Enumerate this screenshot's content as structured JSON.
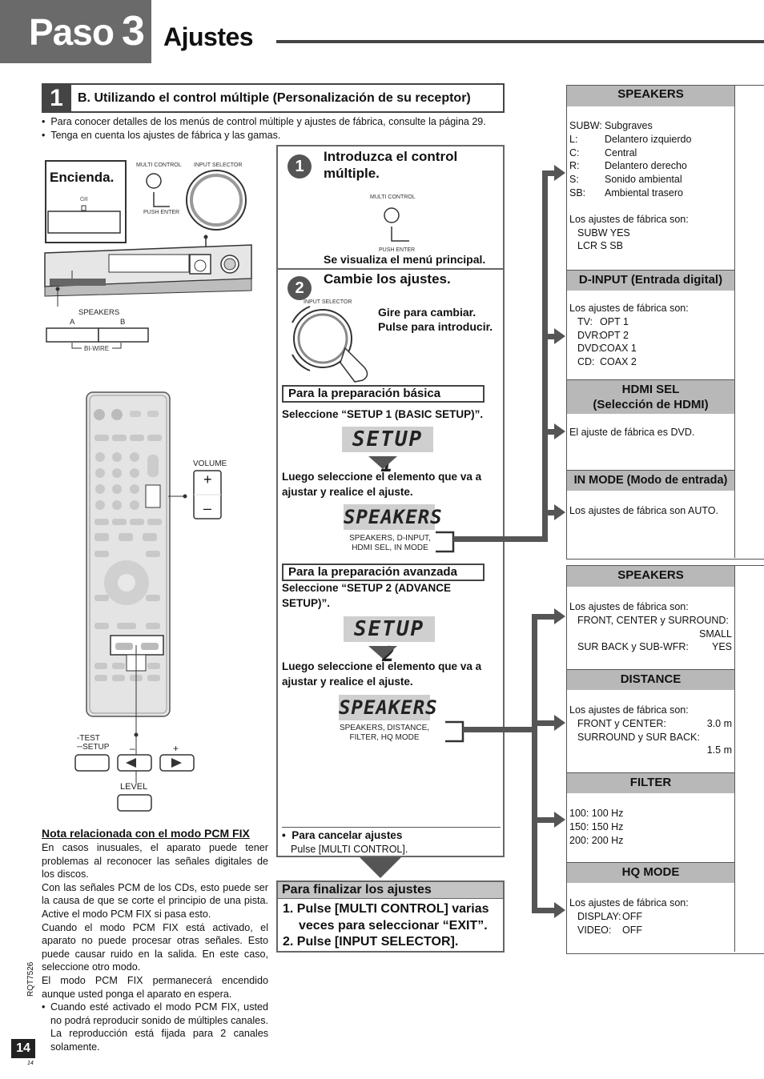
{
  "header": {
    "paso_word": "Paso",
    "paso_number": "3",
    "title": "Ajustes"
  },
  "section1": {
    "number": "1",
    "heading": "B. Utilizando el control múltiple (Personalización de su receptor)",
    "bullets": [
      "Para conocer detalles de los menús de control múltiple y ajustes de fábrica, consulte la página 29.",
      "Tenga en cuenta los ajustes de fábrica y las gamas."
    ]
  },
  "device": {
    "encienda": "Encienda.",
    "multi_control": "MULTI CONTROL",
    "input_selector": "INPUT SELECTOR",
    "push_enter": "PUSH ENTER",
    "speakers": "SPEAKERS",
    "a": "A",
    "b": "B",
    "bi_wire": "BI-WIRE",
    "power_symbol": "⏻/I"
  },
  "remote": {
    "volume": "VOLUME",
    "test_setup": "-TEST\n─SETUP",
    "minus": "–",
    "plus": "+",
    "level": "LEVEL"
  },
  "panel": {
    "step1_num": "1",
    "step1_title": "Introduzca el control múltiple.",
    "step1_multi": "MULTI CONTROL",
    "step1_push": "PUSH ENTER",
    "step1_note": "Se visualiza el menú principal.",
    "step2_num": "2",
    "step2_title": "Cambie los ajustes.",
    "step2_input": "INPUT SELECTOR",
    "step2_hint1": "Gire para cambiar.",
    "step2_hint2": "Pulse para introducir.",
    "basic_head": "Para la preparación básica",
    "basic_select": "Seleccione “SETUP 1 (BASIC SETUP)”.",
    "lcd_setup1": "SETUP 1",
    "basic_then": "Luego seleccione el elemento que va a ajustar y realice el ajuste.",
    "lcd_speakers1": "SPEAKERS",
    "basic_caption": "SPEAKERS, D-INPUT,\nHDMI SEL, IN MODE",
    "adv_head": "Para la preparación avanzada",
    "adv_select": "Seleccione “SETUP 2 (ADVANCE SETUP)”.",
    "lcd_setup2": "SETUP 2",
    "adv_then": "Luego seleccione el elemento que va a ajustar y realice el ajuste.",
    "lcd_speakers2": "SPEAKERS",
    "adv_caption": "SPEAKERS, DISTANCE,\nFILTER, HQ MODE",
    "cancel_title": "Para cancelar ajustes",
    "cancel_text": "Pulse [MULTI CONTROL]."
  },
  "final": {
    "head": "Para finalizar los ajustes",
    "step1": "1.  Pulse [MULTI CONTROL] varias",
    "step1b": "veces para seleccionar “EXIT”.",
    "step2": "2.  Pulse [INPUT SELECTOR]."
  },
  "right_basic": {
    "speakers_head": "SPEAKERS",
    "speakers_rows": [
      {
        "k": "SUBW:",
        "v": "Subgraves"
      },
      {
        "k": "L:",
        "v": "Delantero izquierdo"
      },
      {
        "k": "C:",
        "v": "Central"
      },
      {
        "k": "R:",
        "v": "Delantero derecho"
      },
      {
        "k": "S:",
        "v": "Sonido ambiental"
      },
      {
        "k": "SB:",
        "v": "Ambiental trasero"
      }
    ],
    "speakers_factory": "Los ajustes de fábrica son:",
    "speakers_f1": "SUBW YES",
    "speakers_f2": "LCR S SB",
    "dinput_head": "D-INPUT (Entrada digital)",
    "dinput_factory": "Los ajustes de fábrica son:",
    "dinput_rows": [
      {
        "k": "TV:",
        "v": "OPT 1"
      },
      {
        "k": "DVR:",
        "v": "OPT 2"
      },
      {
        "k": "DVD:",
        "v": "COAX 1"
      },
      {
        "k": "CD:",
        "v": "COAX 2"
      }
    ],
    "hdmi_head1": "HDMI SEL",
    "hdmi_head2": "(Selección de HDMI)",
    "hdmi_text": "El ajuste de fábrica es DVD.",
    "inmode_head": "IN MODE (Modo de entrada)",
    "inmode_text": "Los ajustes de fábrica son AUTO."
  },
  "right_adv": {
    "speakers_head": "SPEAKERS",
    "speakers_factory": "Los ajustes de fábrica son:",
    "speakers_l1": "FRONT, CENTER y SURROUND:",
    "speakers_l2": "SMALL",
    "speakers_l3": "SUR BACK y SUB-WFR:",
    "speakers_l3v": "YES",
    "distance_head": "DISTANCE",
    "distance_factory": "Los ajustes de fábrica son:",
    "distance_l1": "FRONT y CENTER:",
    "distance_l1v": "3.0 m",
    "distance_l2": "SURROUND y SUR BACK:",
    "distance_l3": "1.5 m",
    "filter_head": "FILTER",
    "filter_rows": [
      "100: 100 Hz",
      "150: 150 Hz",
      "200: 200 Hz"
    ],
    "hq_head": "HQ MODE",
    "hq_factory": "Los ajustes de fábrica son:",
    "hq_rows": [
      {
        "k": "DISPLAY:",
        "v": "OFF"
      },
      {
        "k": "VIDEO:",
        "v": "OFF"
      }
    ]
  },
  "note": {
    "title": "Nota relacionada con el modo PCM FIX",
    "p1": "En casos inusuales, el aparato puede tener problemas al reconocer las señales digitales de los discos.",
    "p2": "Con las señales PCM de los CDs, esto puede ser la causa de que se corte el principio de una pista. Active el modo PCM FIX si pasa esto.",
    "p3": "Cuando el modo PCM FIX está activado, el aparato no puede procesar otras señales. Esto puede causar ruido en la salida. En este caso, seleccione otro modo.",
    "p4": "El modo PCM FIX permanecerá encendido aunque usted ponga el aparato en espera.",
    "p5": "Cuando esté activado el modo PCM FIX, usted no podrá reproducir sonido de múltiples canales.  La reproducción está fijada para 2 canales solamente."
  },
  "footer": {
    "page": "14",
    "doc_id": "RQT7526",
    "small_page": "14"
  }
}
